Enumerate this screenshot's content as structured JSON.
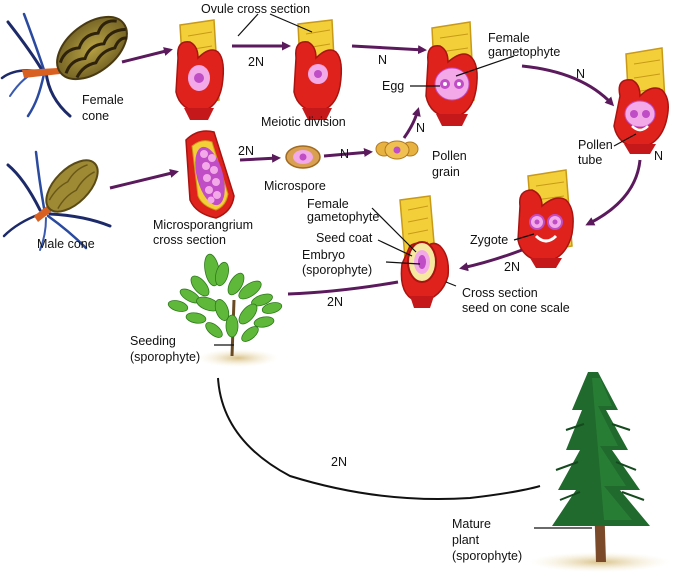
{
  "colors": {
    "scale_red": "#e0221c",
    "scale_dark_red": "#a81410",
    "ovule_yellow": "#f3cf3a",
    "ovule_pink": "#f3a9e8",
    "gametophyte_purple": "#c04cc6",
    "arrow_purple": "#5a1a5c",
    "cone_olive": "#8c7a2a",
    "cone_dark": "#3c2c10",
    "needle_navy": "#1d2a6a",
    "tree_green": "#1f6a2c",
    "leaf_green": "#5fb83a",
    "trunk_brown": "#7a4a2a"
  },
  "labels": {
    "ovule_cross_section": "Ovule cross section",
    "female_cone_line1": "Female",
    "female_cone_line2": "cone",
    "meiotic_division": "Meiotic division",
    "female_gametophyte_top_line1": "Female",
    "female_gametophyte_top_line2": "gametophyte",
    "egg": "Egg",
    "pollen_tube_line1": "Pollen",
    "pollen_tube_line2": "tube",
    "pollen_grain_line1": "Pollen",
    "pollen_grain_line2": "grain",
    "microspore": "Microspore",
    "male_cone": "Male cone",
    "microsporangium_line1": "Microsporangrium",
    "microsporangium_line2": "cross section",
    "female_gametophyte_mid_line1": "Female",
    "female_gametophyte_mid_line2": "gametophyte",
    "seed_coat": "Seed coat",
    "embryo_line1": "Embryo",
    "embryo_line2": "(sporophyte)",
    "zygote": "Zygote",
    "cross_section_line1": "Cross section",
    "cross_section_line2": "seed on cone scale",
    "seeding_line1": "Seeding",
    "seeding_line2": "(sporophyte)",
    "mature_line1": "Mature",
    "mature_line2": "plant",
    "mature_line3": "(sporophyte)"
  },
  "ploidy": {
    "cone_to_ovule": "",
    "ovule_to_meiosis": "2N",
    "meiosis_to_gametophyte": "N",
    "gametophyte_to_pollen_tube": "N",
    "pollen_tube_to_zygote": "N",
    "microsporangium_to_microspore": "2N",
    "microspore_to_pollen": "N",
    "pollen_to_gametophyte": "N",
    "zygote_to_seed": "2N",
    "seed_to_seedling": "2N",
    "seedling_to_mature": "2N"
  }
}
